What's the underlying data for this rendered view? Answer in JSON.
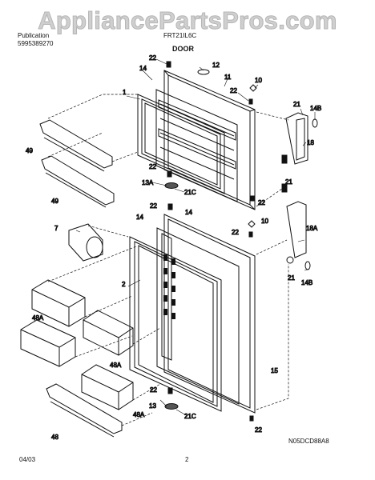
{
  "watermark": "AppliancePartsPros.com",
  "header": {
    "publication_label": "Publication",
    "publication_number": "5995389270",
    "model": "FRT21IL6C",
    "section_title": "DOOR"
  },
  "footer": {
    "date": "04/03",
    "page": "2",
    "diagram_code": "N05DCD88A8"
  },
  "callouts": [
    {
      "id": "c-22a",
      "text": "22"
    },
    {
      "id": "c-12",
      "text": "12"
    },
    {
      "id": "c-14a",
      "text": "14"
    },
    {
      "id": "c-11",
      "text": "11"
    },
    {
      "id": "c-10a",
      "text": "10"
    },
    {
      "id": "c-22b",
      "text": "22"
    },
    {
      "id": "c-1",
      "text": "1"
    },
    {
      "id": "c-21a",
      "text": "21"
    },
    {
      "id": "c-14b",
      "text": "14B"
    },
    {
      "id": "c-18",
      "text": "18"
    },
    {
      "id": "c-49a",
      "text": "49"
    },
    {
      "id": "c-22c",
      "text": "22"
    },
    {
      "id": "c-13a",
      "text": "13A"
    },
    {
      "id": "c-21c1",
      "text": "21C"
    },
    {
      "id": "c-21b",
      "text": "21"
    },
    {
      "id": "c-49b",
      "text": "49"
    },
    {
      "id": "c-22d",
      "text": "22"
    },
    {
      "id": "c-22e",
      "text": "22"
    },
    {
      "id": "c-14c",
      "text": "14"
    },
    {
      "id": "c-14d",
      "text": "14"
    },
    {
      "id": "c-7",
      "text": "7"
    },
    {
      "id": "c-10b",
      "text": "10"
    },
    {
      "id": "c-22f",
      "text": "22"
    },
    {
      "id": "c-18a",
      "text": "18A"
    },
    {
      "id": "c-2",
      "text": "2"
    },
    {
      "id": "c-21d",
      "text": "21"
    },
    {
      "id": "c-14b2",
      "text": "14B"
    },
    {
      "id": "c-48a1",
      "text": "48A"
    },
    {
      "id": "c-48a2",
      "text": "48A"
    },
    {
      "id": "c-15",
      "text": "15"
    },
    {
      "id": "c-22g",
      "text": "22"
    },
    {
      "id": "c-13",
      "text": "13"
    },
    {
      "id": "c-48a3",
      "text": "48A"
    },
    {
      "id": "c-21c2",
      "text": "21C"
    },
    {
      "id": "c-48",
      "text": "48"
    },
    {
      "id": "c-22h",
      "text": "22"
    }
  ]
}
